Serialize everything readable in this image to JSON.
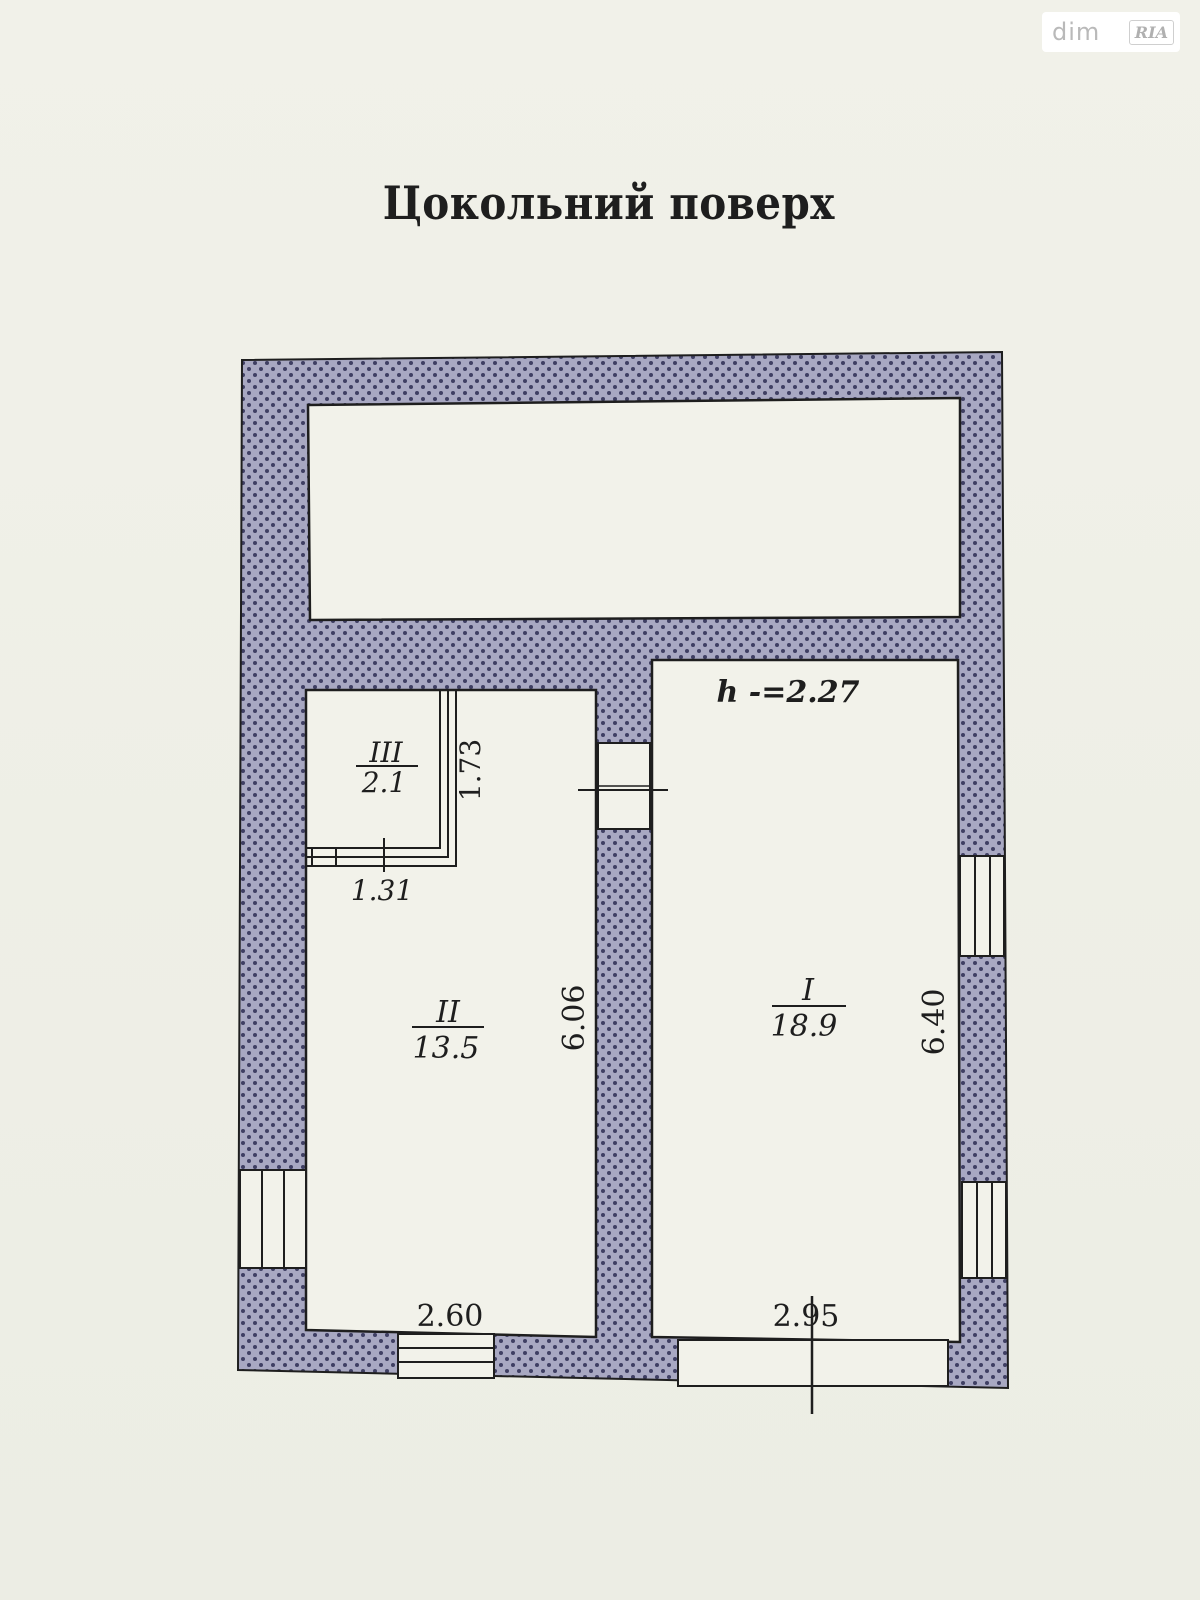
{
  "title": "Цокольний поверх",
  "watermark": {
    "brand": "dim",
    "ria": "RIA"
  },
  "rooms": [
    {
      "number": "I",
      "area": "18.9"
    },
    {
      "number": "II",
      "area": "13.5"
    },
    {
      "number": "III",
      "area": "2.1"
    }
  ],
  "height_label": "h -=2.27",
  "dimensions": {
    "room1_length": "6.40",
    "room1_width": "2.95",
    "room2_length": "6.06",
    "room2_width": "2.60",
    "room3_length": "1.73",
    "room3_width": "1.31"
  },
  "colors": {
    "wall_fill": "#a8a8c2",
    "wall_dots": "#3f3f63",
    "line": "#1e1e1e",
    "room_fill": "#f2f2ea"
  }
}
